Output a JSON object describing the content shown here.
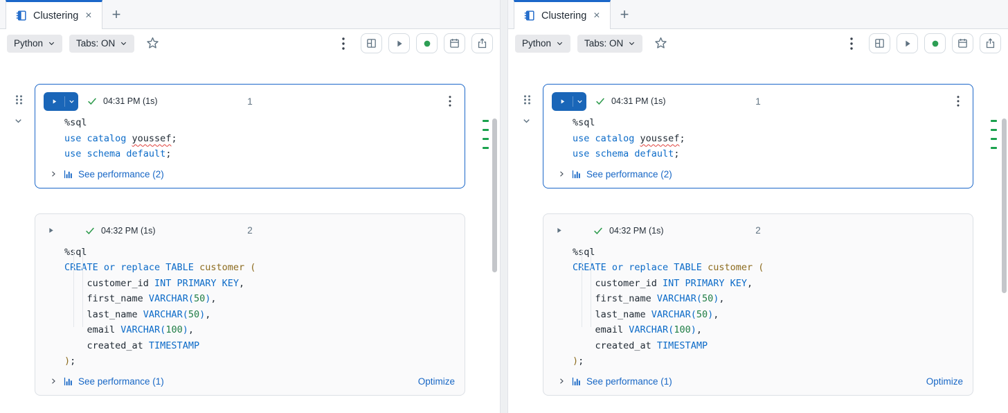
{
  "colors": {
    "accent": "#1b67c9",
    "success_green": "#2c9a4b",
    "status_dot_green": "#2d9e54",
    "error_red": "#e0443e"
  },
  "tab": {
    "title": "Clustering",
    "close_label": "×",
    "new_tab_label": "+"
  },
  "toolbar": {
    "language": "Python",
    "tabs_mode": "Tabs: ON"
  },
  "cells": [
    {
      "number": "1",
      "last_run": "04:31 PM (1s)",
      "performance_label": "See performance (2)",
      "code": [
        [
          [
            "plain",
            "%sql"
          ]
        ],
        [
          [
            "kw",
            "use catalog "
          ],
          [
            "err",
            "youssef"
          ],
          [
            "plain",
            ";"
          ]
        ],
        [
          [
            "kw",
            "use schema default"
          ],
          [
            "plain",
            ";"
          ]
        ]
      ]
    },
    {
      "number": "2",
      "last_run": "04:32 PM (1s)",
      "performance_label": "See performance (1)",
      "optimize_label": "Optimize",
      "code": [
        [
          [
            "plain",
            "%sql"
          ]
        ],
        [
          [
            "kw",
            "CREATE or replace TABLE "
          ],
          [
            "tbl",
            "customer ("
          ]
        ],
        [
          [
            "plain",
            "    customer_id "
          ],
          [
            "kw",
            "INT PRIMARY KEY"
          ],
          [
            "plain",
            ","
          ]
        ],
        [
          [
            "plain",
            "    first_name "
          ],
          [
            "kw",
            "VARCHAR("
          ],
          [
            "num",
            "50"
          ],
          [
            "kw",
            ")"
          ],
          [
            "plain",
            ","
          ]
        ],
        [
          [
            "plain",
            "    last_name "
          ],
          [
            "kw",
            "VARCHAR("
          ],
          [
            "num",
            "50"
          ],
          [
            "kw",
            ")"
          ],
          [
            "plain",
            ","
          ]
        ],
        [
          [
            "plain",
            "    email "
          ],
          [
            "kw",
            "VARCHAR("
          ],
          [
            "num",
            "100"
          ],
          [
            "kw",
            ")"
          ],
          [
            "plain",
            ","
          ]
        ],
        [
          [
            "plain",
            "    created_at "
          ],
          [
            "kw",
            "TIMESTAMP"
          ]
        ],
        [
          [
            "tbl",
            ")"
          ],
          [
            "plain",
            ";"
          ]
        ]
      ]
    }
  ]
}
